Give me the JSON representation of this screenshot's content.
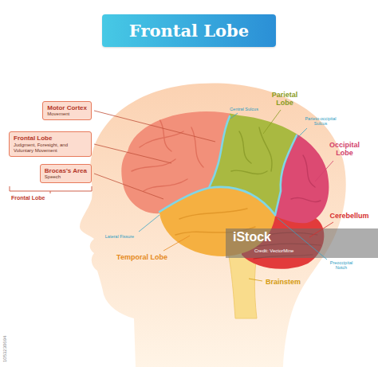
{
  "diagram": {
    "title": "Frontal Lobe",
    "nodes": [
      {
        "text": [
          "Motor Cortex",
          "Movement"
        ]
      },
      {
        "text": [
          "Frontal Lobe",
          "Judgment, Foresight, and Voluntary Movement"
        ]
      },
      {
        "text": [
          "Brocas's Area",
          "Speech"
        ]
      }
    ],
    "labels": [
      "Frontal Lobe",
      "Central Sulcus",
      "Parietal Lobe",
      "Parieto-occipital Sulcus",
      "Occipital Lobe",
      "Cerebellum",
      "Lateral Fissure",
      "Temporal Lobe",
      "Preoccipital Notch",
      "Brainstem",
      "iStock",
      "Credit: VectorMine",
      "1053230694"
    ]
  }
}
